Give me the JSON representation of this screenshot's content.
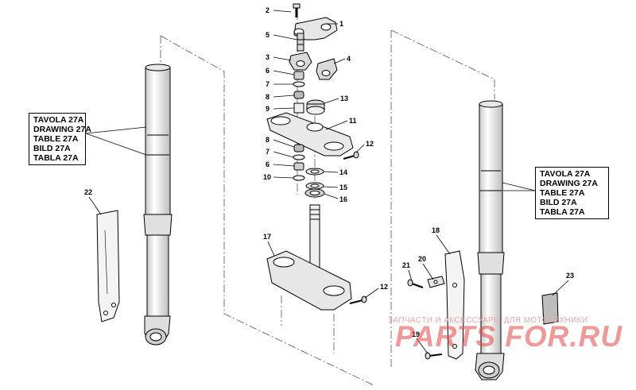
{
  "reference_boxes": {
    "left": [
      "TAVOLA 27A",
      "DRAWING 27A",
      "TABLE 27A",
      "BILD 27A",
      "TABLA 27A"
    ],
    "right": [
      "TAVOLA 27A",
      "DRAWING 27A",
      "TABLE 27A",
      "BILD 27A",
      "TABLA 27A"
    ]
  },
  "callouts": [
    {
      "id": "c2",
      "label": "2"
    },
    {
      "id": "c1",
      "label": "1"
    },
    {
      "id": "c5",
      "label": "5"
    },
    {
      "id": "c3",
      "label": "3"
    },
    {
      "id": "c4",
      "label": "4"
    },
    {
      "id": "c6a",
      "label": "6"
    },
    {
      "id": "c7a",
      "label": "7"
    },
    {
      "id": "c8a",
      "label": "8"
    },
    {
      "id": "c13",
      "label": "13"
    },
    {
      "id": "c9",
      "label": "9"
    },
    {
      "id": "c11",
      "label": "11"
    },
    {
      "id": "c8b",
      "label": "8"
    },
    {
      "id": "c12a",
      "label": "12"
    },
    {
      "id": "c7b",
      "label": "7"
    },
    {
      "id": "c6b",
      "label": "6"
    },
    {
      "id": "c14",
      "label": "14"
    },
    {
      "id": "c10",
      "label": "10"
    },
    {
      "id": "c15",
      "label": "15"
    },
    {
      "id": "c16",
      "label": "16"
    },
    {
      "id": "c22",
      "label": "22"
    },
    {
      "id": "c17",
      "label": "17"
    },
    {
      "id": "c18",
      "label": "18"
    },
    {
      "id": "c21",
      "label": "21"
    },
    {
      "id": "c20",
      "label": "20"
    },
    {
      "id": "c23",
      "label": "23"
    },
    {
      "id": "c12b",
      "label": "12"
    },
    {
      "id": "c19",
      "label": "19"
    }
  ],
  "watermark": {
    "top_text": "ЗАПЧАСТИ И АКСЕССУАРЫ ДЛЯ МОТОТЕХНИКИ",
    "brand_text": "PARTS FOR.RU"
  },
  "colors": {
    "line": "#000000",
    "part_fill": "#f4f4f4",
    "part_shade": "#cfcfcf",
    "watermark": "#e24646"
  }
}
